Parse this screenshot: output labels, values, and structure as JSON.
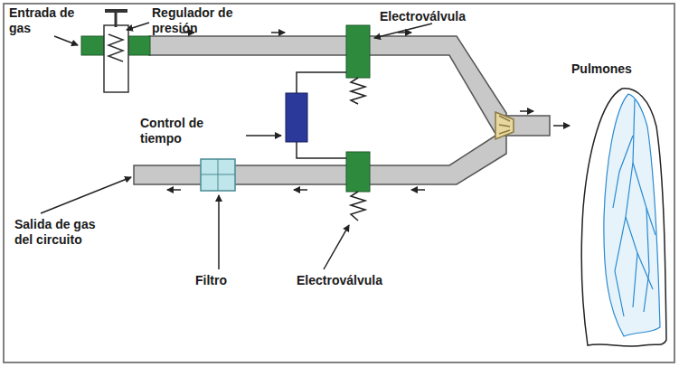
{
  "diagram": {
    "labels": [
      "Entrada de gas",
      "Regulador de presión",
      "Electroválvula",
      "Pulmones",
      "Control de tiempo",
      "Salida de gas del circuito",
      "Filtro",
      "Electroválvula"
    ]
  }
}
